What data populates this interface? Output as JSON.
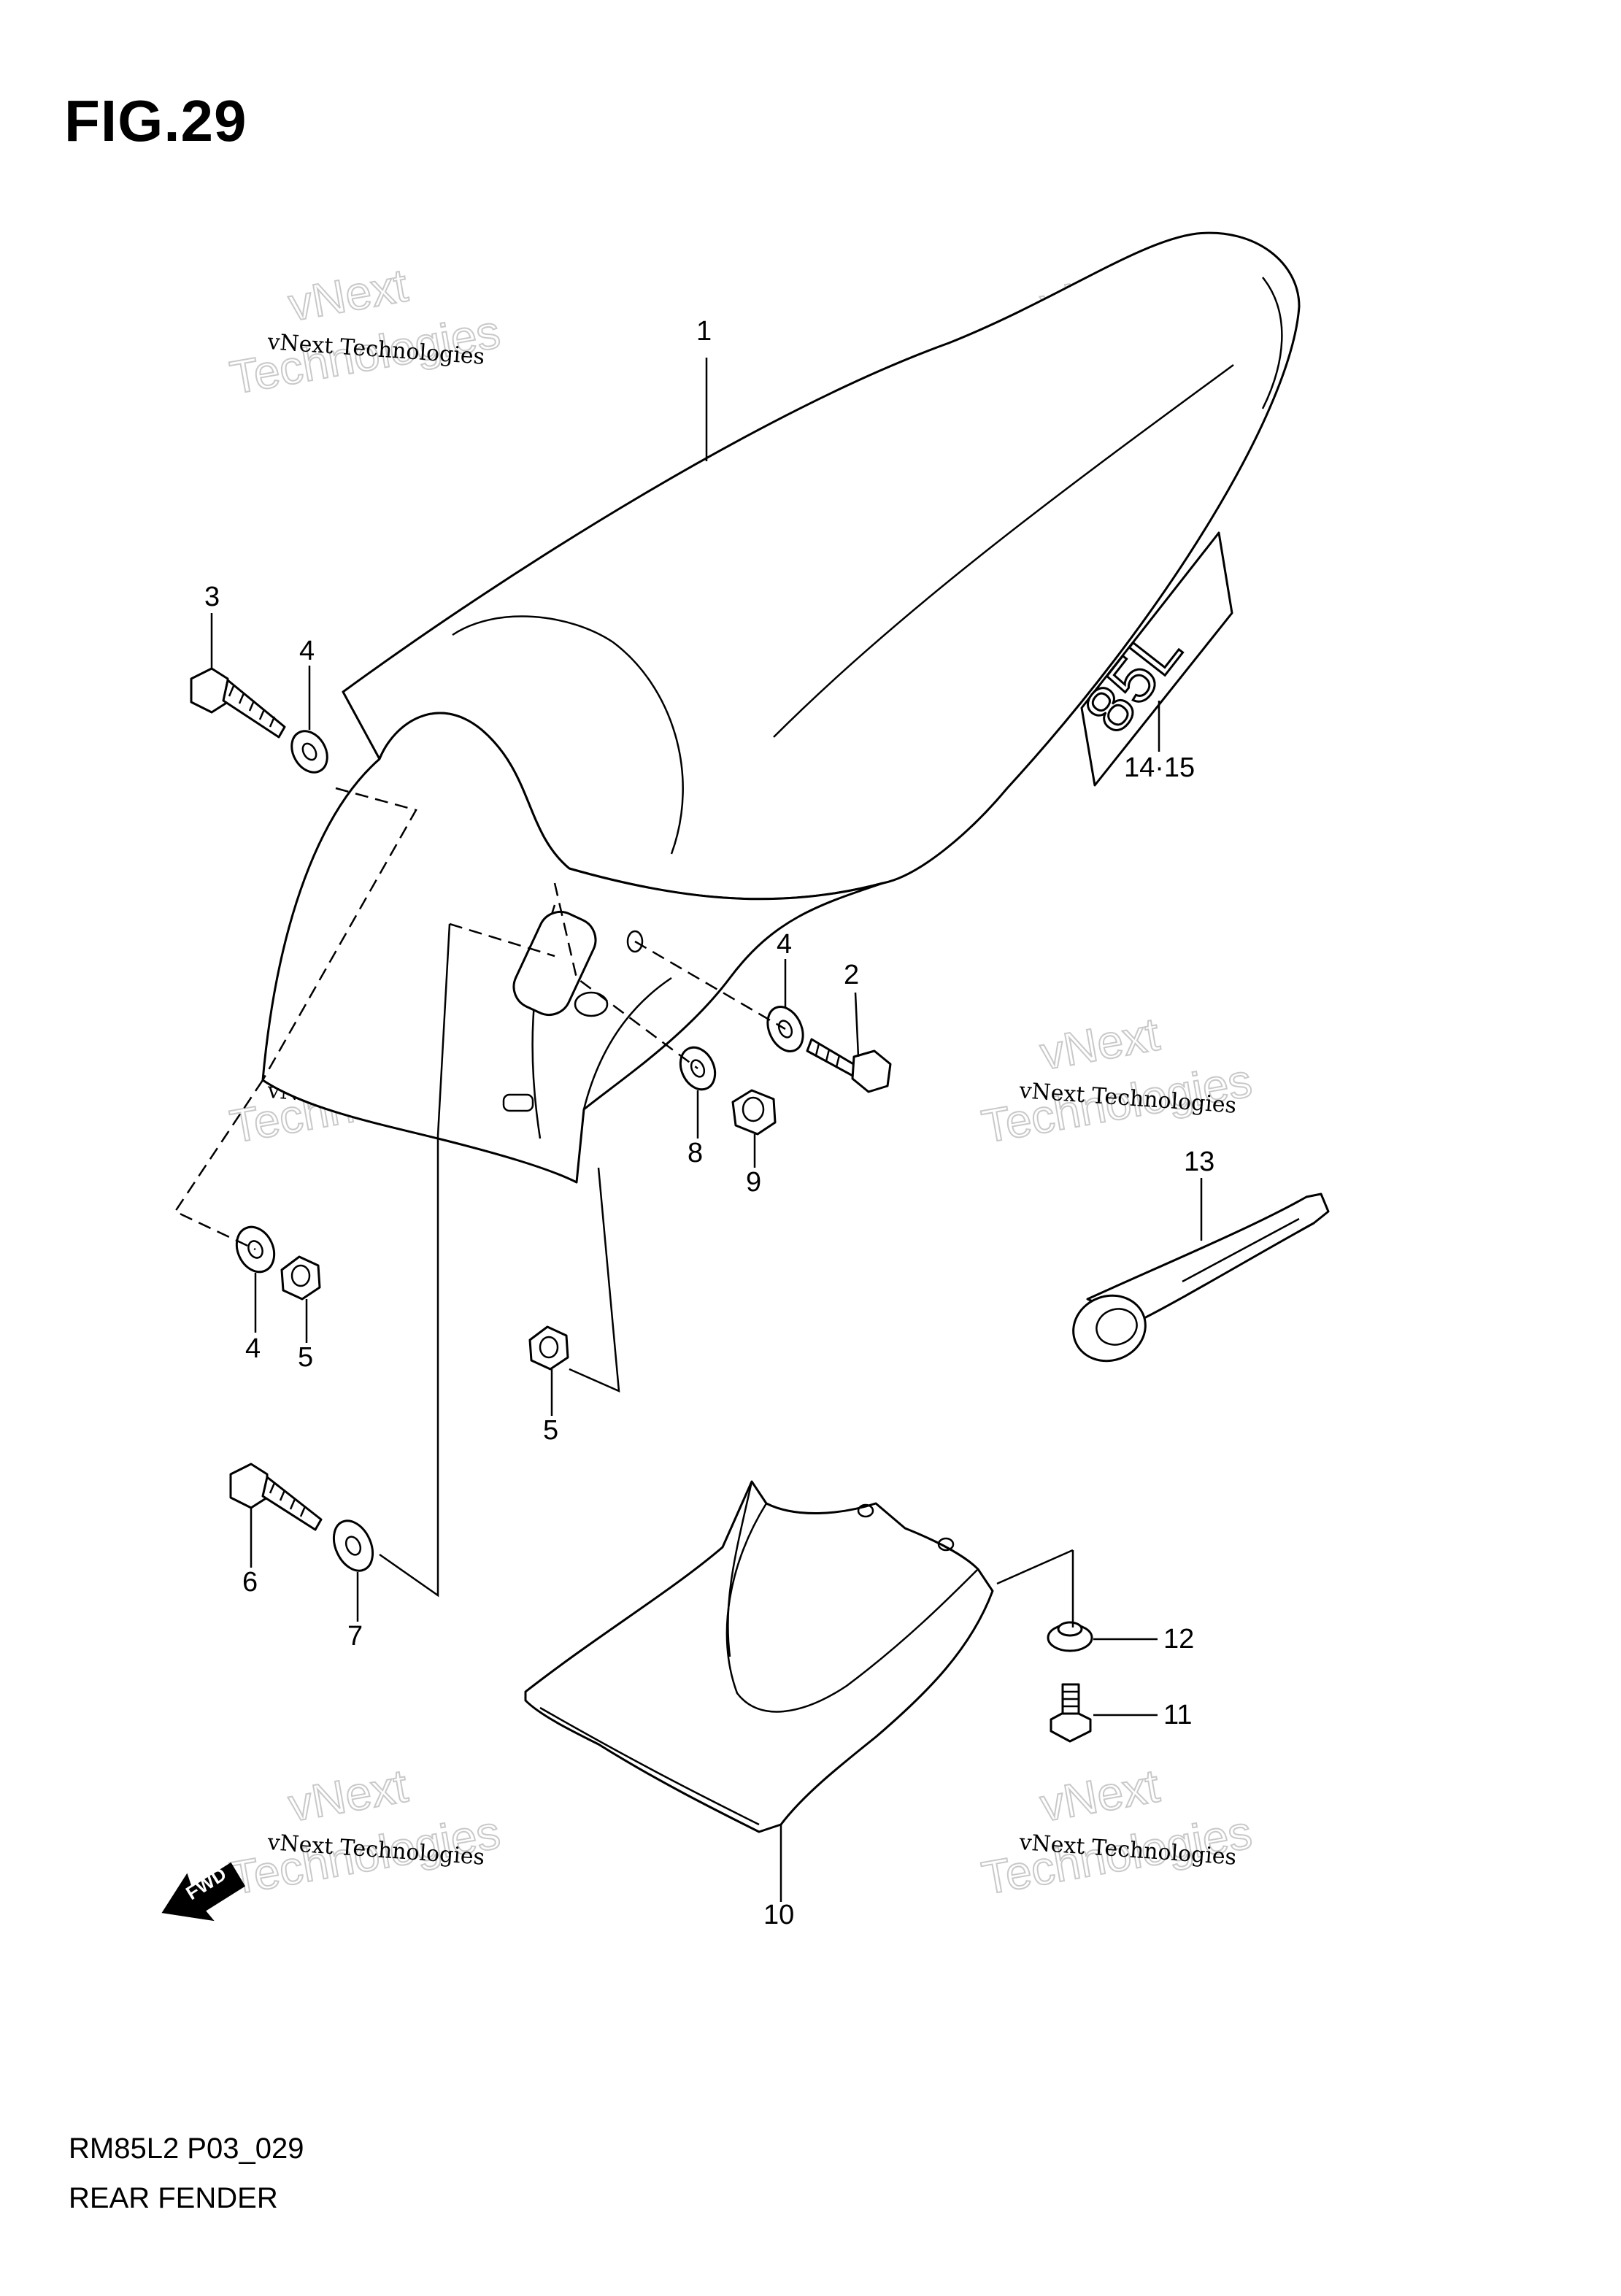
{
  "figure": {
    "title": "FIG.29",
    "diagram_code": "RM85L2 P03_029",
    "diagram_name": "REAR FENDER"
  },
  "callouts": [
    {
      "id": "c1",
      "label": "1"
    },
    {
      "id": "c2",
      "label": "2"
    },
    {
      "id": "c3",
      "label": "3"
    },
    {
      "id": "c4a",
      "label": "4"
    },
    {
      "id": "c4b",
      "label": "4"
    },
    {
      "id": "c4c",
      "label": "4"
    },
    {
      "id": "c5a",
      "label": "5"
    },
    {
      "id": "c5b",
      "label": "5"
    },
    {
      "id": "c6",
      "label": "6"
    },
    {
      "id": "c7",
      "label": "7"
    },
    {
      "id": "c8",
      "label": "8"
    },
    {
      "id": "c9",
      "label": "9"
    },
    {
      "id": "c10",
      "label": "10"
    },
    {
      "id": "c11",
      "label": "11"
    },
    {
      "id": "c12",
      "label": "12"
    },
    {
      "id": "c13",
      "label": "13"
    },
    {
      "id": "c1415",
      "label": "14·15"
    }
  ],
  "watermark": {
    "line_small": "vNext Technologies",
    "line_big_1": "vNext",
    "line_big_2": "Technologies"
  },
  "decal_text": "85L",
  "fwd_label": "FWD"
}
